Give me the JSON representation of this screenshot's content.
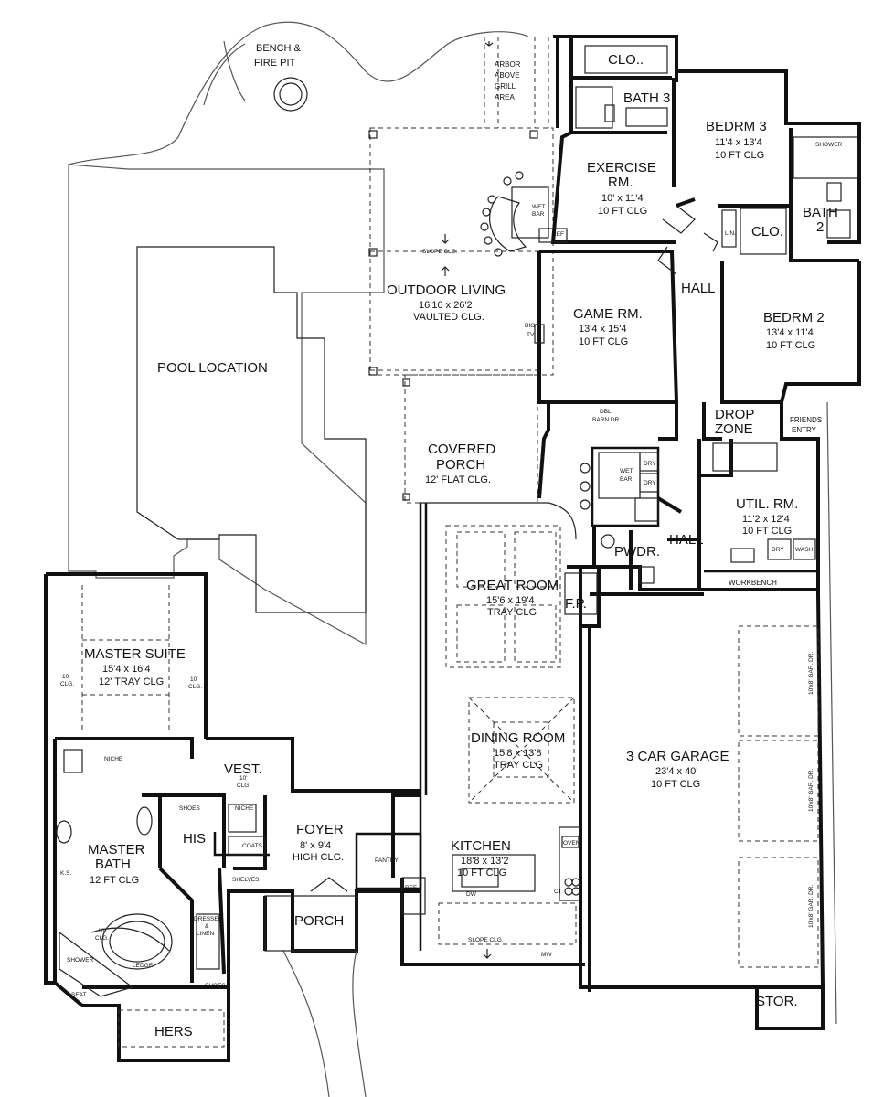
{
  "rooms": {
    "bench_fire_pit": [
      "BENCH &",
      "FIRE PIT"
    ],
    "arbor": [
      "ARBOR",
      "ABOVE",
      "GRILL",
      "AREA"
    ],
    "clo_top": "CLO..",
    "bath3": "BATH 3",
    "bedrm3": {
      "name": "BEDRM 3",
      "size": "11'4 x 13'4",
      "clg": "10 FT CLG"
    },
    "shower_top": "SHOWER",
    "exercise": {
      "name": [
        "EXERCISE",
        "RM."
      ],
      "size": "10' x 11'4",
      "clg": "10 FT CLG"
    },
    "wet_bar_outdoor": [
      "WET",
      "BAR"
    ],
    "ref_outdoor": "REF",
    "lin": "LIN.",
    "clo_mid": "CLO.",
    "bath2": [
      "BATH",
      "2"
    ],
    "slope_clg": "SLOPE CLG.",
    "outdoor_living": {
      "name": "OUTDOOR LIVING",
      "size": "16'10 x 26'2",
      "clg": "VAULTED CLG."
    },
    "hall_upper": "HALL",
    "game_rm": {
      "name": "GAME RM.",
      "size": "13'4 x 15'4",
      "clg": "10 FT CLG"
    },
    "bedrm2": {
      "name": "BEDRM 2",
      "size": "13'4 x 11'4",
      "clg": "10 FT CLG"
    },
    "big_tv": [
      "BIG",
      "TV"
    ],
    "pool": "POOL LOCATION",
    "dbl_barn": [
      "DBL.",
      "BARN DR."
    ],
    "drop_zone": [
      "DROP",
      "ZONE"
    ],
    "friends_entry": [
      "FRIENDS",
      "ENTRY"
    ],
    "covered_porch": {
      "name": [
        "COVERED",
        "PORCH"
      ],
      "clg": "12' FLAT CLG."
    },
    "wet_bar_inner": [
      "WET",
      "BAR"
    ],
    "dry": "DRY",
    "util": {
      "name": "UTIL. RM.",
      "size": "11'2 x 12'4",
      "clg": "10 FT CLG"
    },
    "dry_util": "DRY",
    "wash": "WASH",
    "pwdr": "PWDR.",
    "hall_lower": "HALL",
    "workbench": "WORKBENCH",
    "great_room": {
      "name": "GREAT ROOM",
      "size": "15'6 x 19'4",
      "clg": "TRAY CLG"
    },
    "fp": "F.P.",
    "master_suite": {
      "name": "MASTER SUITE",
      "size": "15'4 x 16'4",
      "clg": "12' TRAY CLG"
    },
    "ten_clg": [
      "10'",
      "CLG."
    ],
    "dining": {
      "name": "DINING ROOM",
      "size": "15'8 x 13'8",
      "clg": "TRAY CLG"
    },
    "garage": {
      "name": "3 CAR GARAGE",
      "size": "23'4 x 40'",
      "clg": "10 FT CLG"
    },
    "gar_dr": "10'x8' GAR. DR.",
    "niche": "NICHE",
    "vest": {
      "name": "VEST.",
      "clg": [
        "10'",
        "CLG."
      ]
    },
    "shoes": "SHOES",
    "his": "HIS",
    "coats": "COATS",
    "foyer": {
      "name": "FOYER",
      "size": "8' x 9'4",
      "clg": "HIGH CLG."
    },
    "master_bath": {
      "name": [
        "MASTER",
        "BATH"
      ],
      "clg": "12 FT CLG"
    },
    "ks": "K.S.",
    "shelves": "SHELVES",
    "pantry": "PANTRY",
    "kitchen": {
      "name": "KITCHEN",
      "size": "18'8 x 13'2",
      "clg": "10 FT CLG"
    },
    "oven": "OVEN",
    "ref_kitchen": "REF",
    "ct": "CT",
    "dw": "DW",
    "ten_clg_bath": [
      "10'",
      "CLG."
    ],
    "dresser": [
      "DRESSER",
      "&",
      "LINEN"
    ],
    "porch": "PORCH",
    "shower_master": "SHOWER",
    "ledge": "LEDGE",
    "seat": "SEAT",
    "shoes_hers": "SHOES",
    "slope_kitchen": "SLOPE CLG.",
    "mw": "MW",
    "hers": "HERS",
    "stor": "STOR."
  }
}
